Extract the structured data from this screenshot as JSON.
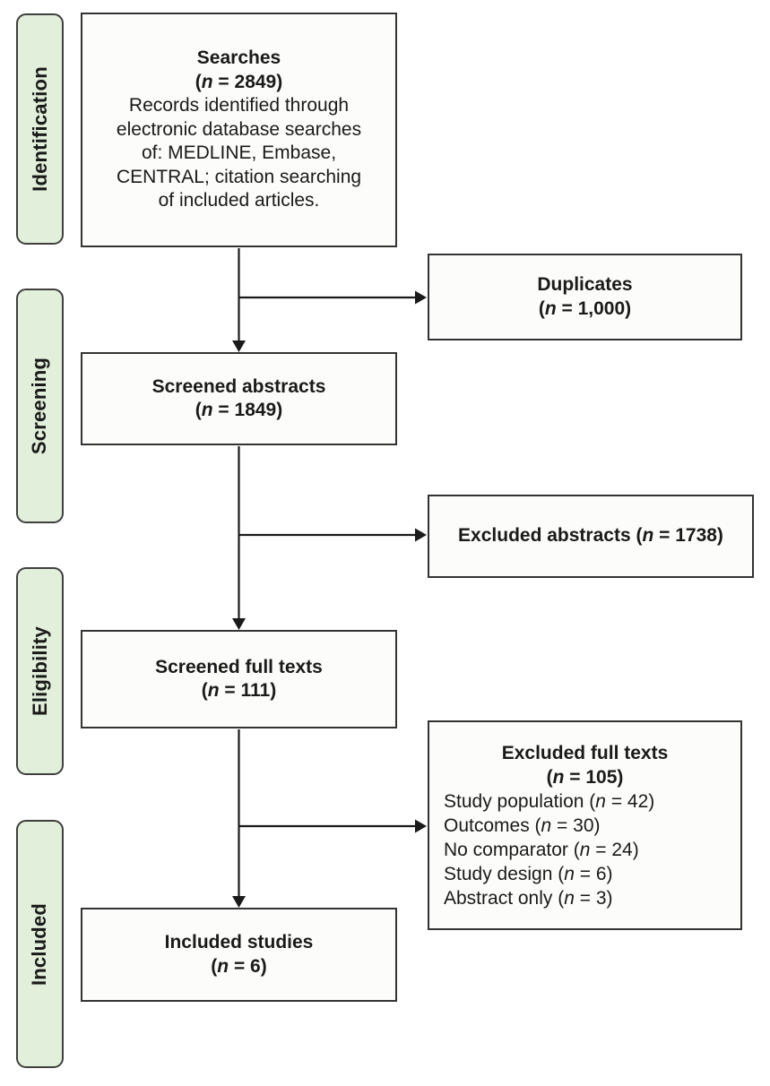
{
  "diagram": {
    "stages": [
      {
        "label": "Identification"
      },
      {
        "label": "Screening"
      },
      {
        "label": "Eligibility"
      },
      {
        "label": "Included"
      }
    ],
    "boxes": {
      "searches": {
        "title": "Searches",
        "count": "(n = 2849)",
        "lines": [
          "Records identified through",
          "electronic database searches",
          "of: MEDLINE, Embase,",
          "CENTRAL; citation searching",
          "of included articles."
        ]
      },
      "duplicates": {
        "title": "Duplicates",
        "count": "(n = 1,000)"
      },
      "screened_abstracts": {
        "title": "Screened abstracts",
        "count": "(n = 1849)"
      },
      "excluded_abstracts": {
        "title": "Excluded abstracts (n = 1738)"
      },
      "screened_full_texts": {
        "title": "Screened full texts",
        "count": "(n = 111)"
      },
      "excluded_full_texts": {
        "title": "Excluded full texts",
        "count": "(n = 105)",
        "reasons": [
          "Study population (n = 42)",
          "Outcomes (n = 30)",
          "No comparator (n = 24)",
          "Study design (n = 6)",
          "Abstract only (n = 3)"
        ]
      },
      "included_studies": {
        "title": "Included studies",
        "count": "(n = 6)"
      }
    },
    "colors": {
      "stage_fill": "#e2efda",
      "stage_border": "#3f3f3f",
      "box_fill": "#fcfcfa",
      "box_border": "#333333",
      "arrow": "#1a1a1a"
    }
  }
}
